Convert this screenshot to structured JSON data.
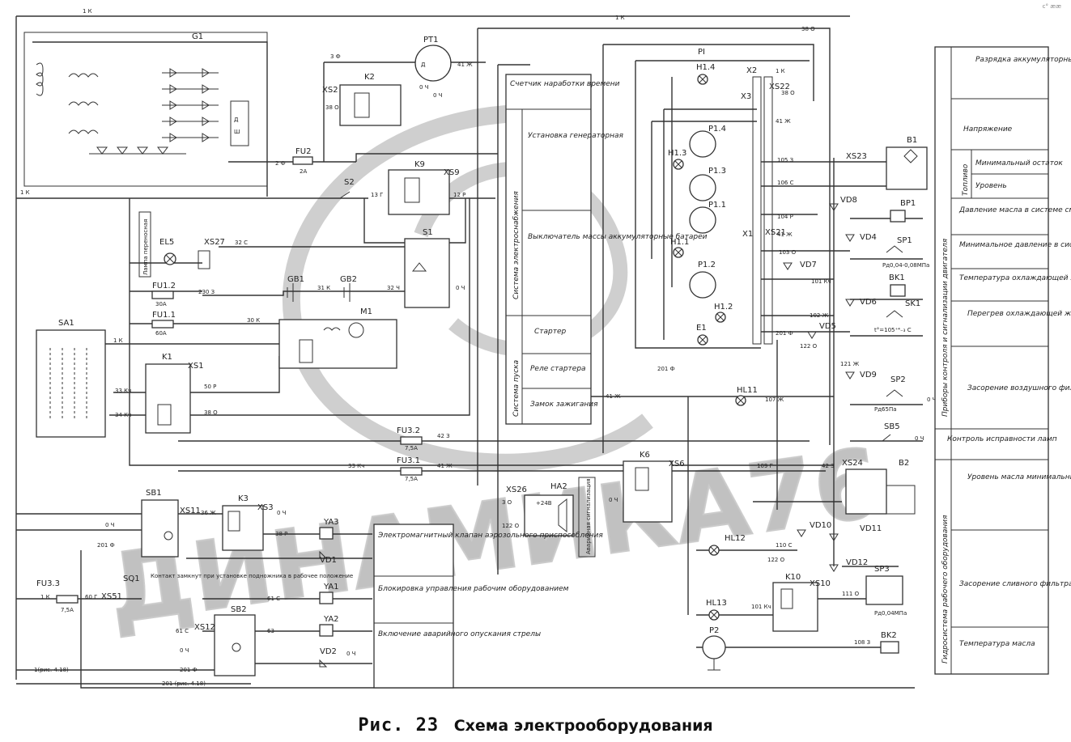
{
  "corner_mark": "c° ææ",
  "caption": {
    "fig": "Рис. 23",
    "title": "Схема электрооборудования"
  },
  "watermark": "ДИНАМИКА76",
  "components": {
    "G1": "G1",
    "PT1": "PT1",
    "K2": "K2",
    "XS2": "XS2",
    "FU2": "FU2",
    "FU2_rating": "2A",
    "K9": "K9",
    "XS9": "XS9",
    "S2": "S2",
    "S1": "S1",
    "EL5": "EL5",
    "XS27": "XS27",
    "FU1_2": "FU1.2",
    "FU1_2_rating": "30A",
    "GB1": "GB1",
    "GB2": "GB2",
    "M1": "M1",
    "FU1_1": "FU1.1",
    "FU1_1_rating": "60A",
    "SA1": "SA1",
    "K1": "K1",
    "XS1": "XS1",
    "FU3_2": "FU3.2",
    "FU3_2_rating": "7,5A",
    "FU3_1": "FU3.1",
    "FU3_1_rating": "7,5A",
    "SB1": "SB1",
    "XS11": "XS11",
    "K3": "K3",
    "XS3": "XS3",
    "YA3": "YA3",
    "VD1": "VD1",
    "YA1": "YA1",
    "YA2": "YA2",
    "VD2": "VD2",
    "FU3_3": "FU3.3",
    "FU3_3_rating": "7,5A",
    "SQ1": "SQ1",
    "XS51": "XS51",
    "SB2": "SB2",
    "XS12": "XS12",
    "XS26": "XS26",
    "HA2": "HA2",
    "K6": "K6",
    "XS6": "XS6",
    "HL11": "HL11",
    "HL12": "HL12",
    "HL13": "HL13",
    "K10": "K10",
    "XS10": "XS10",
    "P2": "P2",
    "P1": "PI",
    "H1_4": "H1.4",
    "X2": "X2",
    "XS22": "XS22",
    "X3": "X3",
    "P1_4": "P1.4",
    "H1_3": "H1.3",
    "P1_3": "P1.3",
    "P1_1": "P1.1",
    "H1_1": "H1.1",
    "X1": "X1",
    "XS21": "XS21",
    "P1_2": "P1.2",
    "H1_2": "H1.2",
    "E1": "E1",
    "VD7": "VD7",
    "VD5": "VD5",
    "B1": "B1",
    "XS23": "XS23",
    "VD8": "VD8",
    "BP1": "BP1",
    "VD4": "VD4",
    "SP1": "SP1",
    "BK1": "BK1",
    "VD6": "VD6",
    "SK1": "SK1",
    "VD9": "VD9",
    "SP2": "SP2",
    "SB5": "SB5",
    "XS24": "XS24",
    "B2": "B2",
    "VD10": "VD10",
    "VD11": "VD11",
    "VD12": "VD12",
    "SP3": "SP3",
    "BK2": "BK2"
  },
  "wires": {
    "w1k_top": "1 К",
    "w1k_mid": "1 К",
    "w38o": "38 О",
    "w41zh": "41 Ж",
    "w3f": "3 Ф",
    "w0ch": "0 Ч",
    "w2f": "2 Ф",
    "w1k_left": "1 К",
    "w32s": "32 С",
    "w12r": "12 Р",
    "w13g": "13 Г",
    "w230z": "230 З",
    "w30k": "30 К",
    "w31k": "31 К",
    "w32ch": "32 Ч",
    "w50r": "50 Р",
    "w33kch": "33 Кч",
    "w34kch": "34 Кч",
    "w42z": "42 З",
    "w41zh_b": "41 Ж",
    "w36zh": "36 Ж",
    "w38r": "38 Р",
    "w201f": "201 Ф",
    "w60g": "60 Г",
    "w61s": "61 С",
    "w63": "63",
    "w105z": "105 З",
    "w106s": "106 С",
    "w104r": "104 Р",
    "w103o": "103 О",
    "w101kch": "101 Кч",
    "w102zh": "102 Ж",
    "w122o": "122 О",
    "w121zh": "121 Ж",
    "w107zh": "107 Ж",
    "w109g": "109 Г",
    "w110s": "110 С",
    "w111o": "111 О",
    "w108z": "108 З",
    "w201f_b": "201 Ф",
    "w1_ref": "1(рис. 4.18)",
    "w201_ref": "201 (рис. 4.18)",
    "mpa1": "Рд0,04-0,08МПа",
    "mpa2": "Рд65Па",
    "mpa3": "Рд0,04МПа",
    "temp": "t°=105⁺⁴₋₃ С",
    "sq_note": "Контакт замкнут при установке подножника в рабочее положение"
  },
  "panel_left": {
    "rows": [
      "Счетчик наработки времени",
      "Установка генераторная",
      "Выключатель массы аккумуляторные батареи",
      "Стартер",
      "Реле стартера",
      "Замок зажигания"
    ],
    "group1": "Система электроснабжения",
    "group2": "Система пуска"
  },
  "lamp_label": "Лампа переносная",
  "alarm_label": "Аварийная сигнализация",
  "panel_bottom": [
    "Электромагнитный клапан аэрозольного приспособления",
    "Блокировка управления рабочим оборудованием",
    "Включение аварийного опускания стрелы"
  ],
  "panel_right": {
    "rows": [
      "Разрядка аккумуляторных батарей",
      "Напряжение",
      "Минимальный остаток",
      "Уровень",
      "Давление масла в системе смазки",
      "Минимальное давление в системе смазки",
      "Температура охлаждающей жидкости",
      "Перегрев охлаждающей жидкости",
      "Засорение воздушного фильтра",
      "Контроль исправности ламп",
      "Уровень масла минимальный",
      "Засорение сливного фильтра",
      "Температура масла"
    ],
    "fuel": "Топливо",
    "group1": "Приборы контроля и сигнализации двигателя",
    "group2": "Гидросистема рабочего оборудования"
  }
}
